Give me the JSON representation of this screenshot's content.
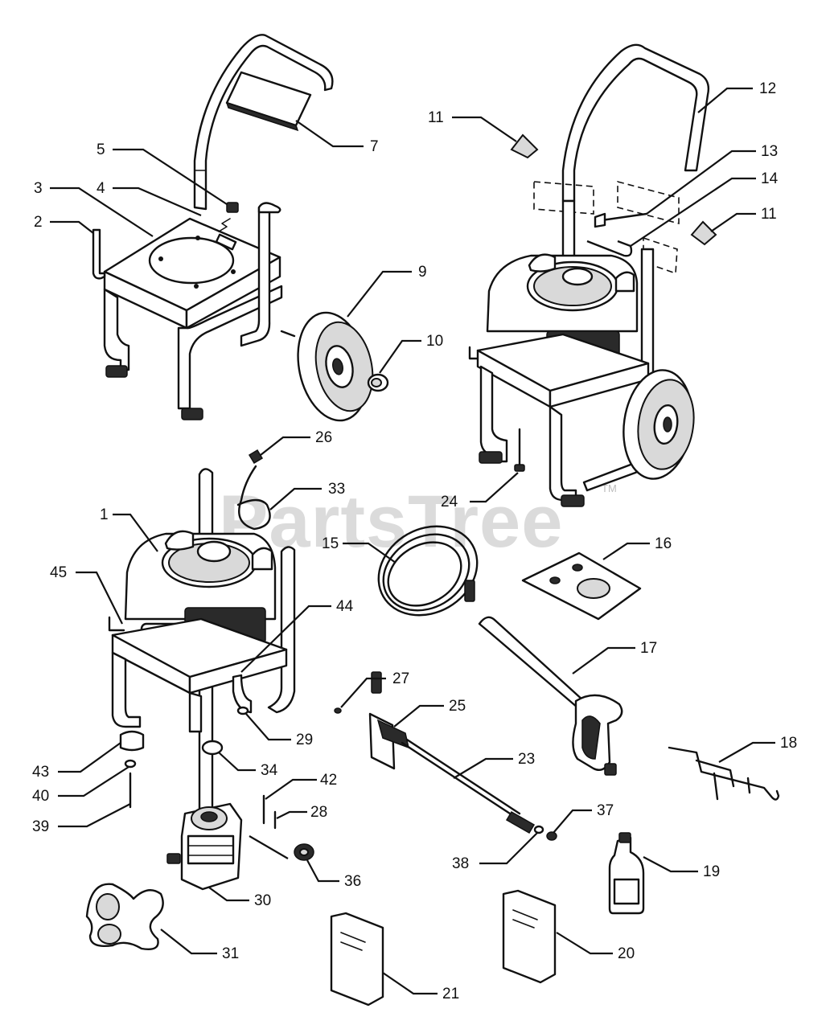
{
  "diagram": {
    "watermark": "PartsTree",
    "watermark_mark": "TM",
    "callouts": [
      {
        "id": "c1",
        "label": "1"
      },
      {
        "id": "c2",
        "label": "2"
      },
      {
        "id": "c3",
        "label": "3"
      },
      {
        "id": "c4",
        "label": "4"
      },
      {
        "id": "c5",
        "label": "5"
      },
      {
        "id": "c7",
        "label": "7"
      },
      {
        "id": "c9",
        "label": "9"
      },
      {
        "id": "c10",
        "label": "10"
      },
      {
        "id": "c11a",
        "label": "11"
      },
      {
        "id": "c11b",
        "label": "11"
      },
      {
        "id": "c12",
        "label": "12"
      },
      {
        "id": "c13",
        "label": "13"
      },
      {
        "id": "c14",
        "label": "14"
      },
      {
        "id": "c15",
        "label": "15"
      },
      {
        "id": "c16",
        "label": "16"
      },
      {
        "id": "c17",
        "label": "17"
      },
      {
        "id": "c18",
        "label": "18"
      },
      {
        "id": "c19",
        "label": "19"
      },
      {
        "id": "c20",
        "label": "20"
      },
      {
        "id": "c21",
        "label": "21"
      },
      {
        "id": "c23",
        "label": "23"
      },
      {
        "id": "c24",
        "label": "24"
      },
      {
        "id": "c25",
        "label": "25"
      },
      {
        "id": "c26",
        "label": "26"
      },
      {
        "id": "c27",
        "label": "27"
      },
      {
        "id": "c28",
        "label": "28"
      },
      {
        "id": "c29",
        "label": "29"
      },
      {
        "id": "c30",
        "label": "30"
      },
      {
        "id": "c31",
        "label": "31"
      },
      {
        "id": "c33",
        "label": "33"
      },
      {
        "id": "c34",
        "label": "34"
      },
      {
        "id": "c36",
        "label": "36"
      },
      {
        "id": "c37",
        "label": "37"
      },
      {
        "id": "c38",
        "label": "38"
      },
      {
        "id": "c39",
        "label": "39"
      },
      {
        "id": "c40",
        "label": "40"
      },
      {
        "id": "c42",
        "label": "42"
      },
      {
        "id": "c43",
        "label": "43"
      },
      {
        "id": "c44",
        "label": "44"
      },
      {
        "id": "c45",
        "label": "45"
      }
    ]
  }
}
